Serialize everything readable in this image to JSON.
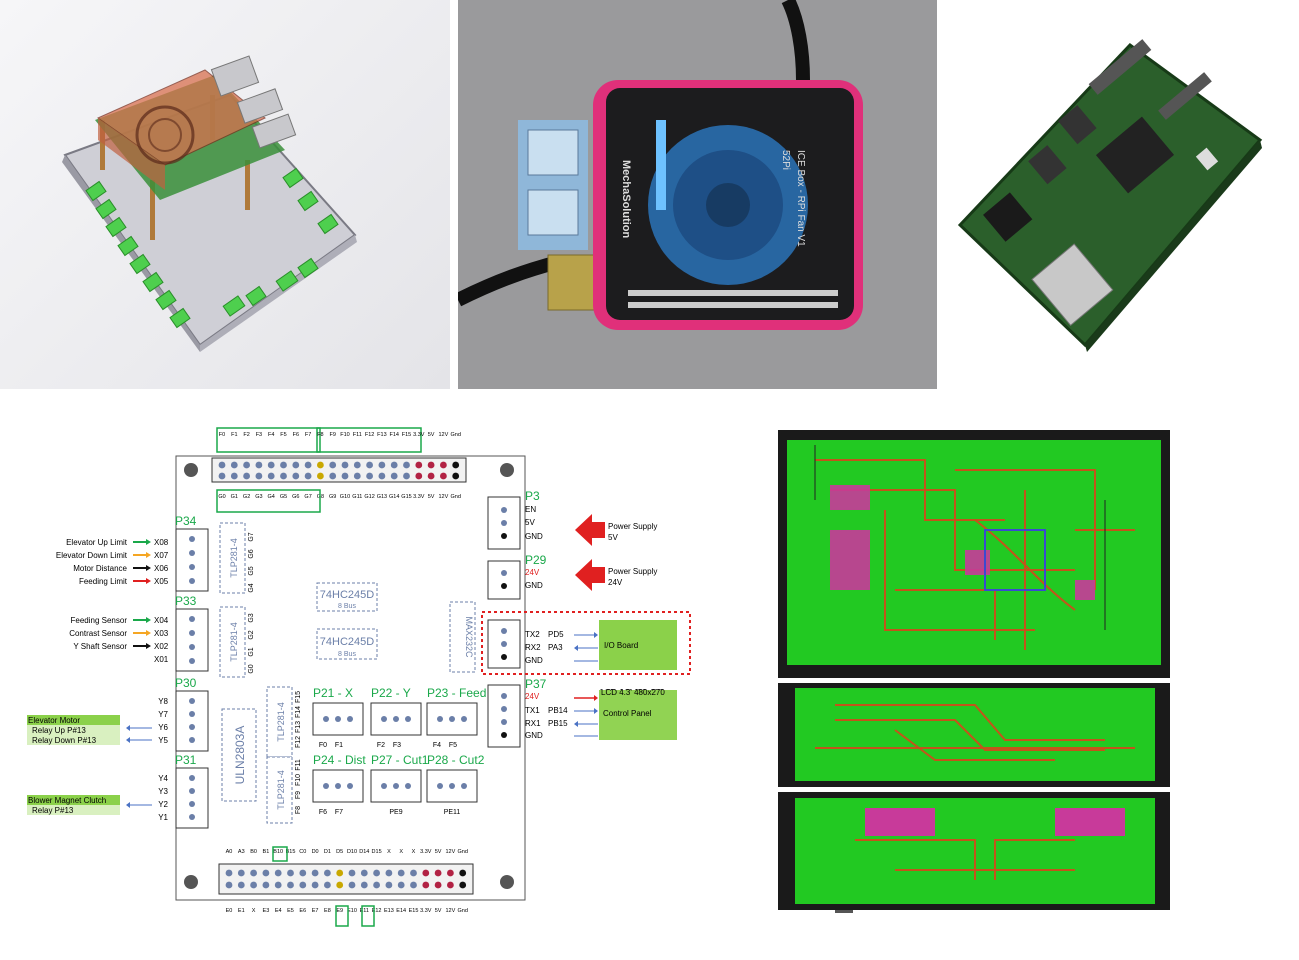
{
  "photos": {
    "rpi_case_label": "ICE Box - RPi Fan V1",
    "rpi_brand": "52Pi",
    "rpi_vendor": "MechaSolution"
  },
  "schematic": {
    "top_header_pins_top": [
      "F0",
      "F1",
      "F2",
      "F3",
      "F4",
      "F5",
      "F6",
      "F7",
      "F8",
      "F9",
      "F10",
      "F11",
      "F12",
      "F13",
      "F14",
      "F15"
    ],
    "top_header_power": [
      "3.3V",
      "5V",
      "12V",
      "Gnd"
    ],
    "top_header_pins_bottom": [
      "G0",
      "G1",
      "G2",
      "G3",
      "G4",
      "G5",
      "G6",
      "G7",
      "G8",
      "G9",
      "G10",
      "G11",
      "G12",
      "G13",
      "G14",
      "G15"
    ],
    "bottom_header_pins_top": [
      "A0",
      "A3",
      "B0",
      "B1",
      "B10",
      "B15",
      "C0",
      "D0",
      "D1",
      "D5",
      "D10",
      "D14",
      "D15",
      "X",
      "X",
      "X"
    ],
    "bottom_header_pins_bottom": [
      "E0",
      "E1",
      "X",
      "E3",
      "E4",
      "E5",
      "E6",
      "E7",
      "E8",
      "E9",
      "E10",
      "E11",
      "E12",
      "E13",
      "E14",
      "E15"
    ],
    "connectors": {
      "p3": {
        "name": "P3",
        "pins": [
          "EN",
          "5V",
          "GND"
        ]
      },
      "p29": {
        "name": "P29",
        "pins": [
          "24V",
          "GND"
        ]
      },
      "p34": {
        "name": "P34"
      },
      "p33": {
        "name": "P33"
      },
      "p30": {
        "name": "P30"
      },
      "p31": {
        "name": "P31"
      },
      "p37": {
        "name": "P37",
        "pins": [
          "24V",
          "TX1",
          "RX1",
          "GND"
        ]
      },
      "p21": {
        "name": "P21 - X",
        "pins": [
          "F0",
          "F1"
        ]
      },
      "p22": {
        "name": "P22 - Y",
        "pins": [
          "F2",
          "F3"
        ]
      },
      "p23": {
        "name": "P23 - Feed",
        "pins": [
          "F4",
          "F5"
        ]
      },
      "p24": {
        "name": "P24 - Dist",
        "pins": [
          "F6",
          "F7"
        ]
      },
      "p27": {
        "name": "P27 - Cut1",
        "pins": [
          "PE9"
        ]
      },
      "p28": {
        "name": "P28 - Cut2",
        "pins": [
          "PE11"
        ]
      },
      "io": {
        "pins": [
          "TX2",
          "RX2",
          "GND"
        ],
        "ports": [
          "PD5",
          "PA3"
        ]
      }
    },
    "ics": {
      "tlp1": "TLP281-4",
      "tlp2": "TLP281-4",
      "tlp3": "TLP281-4",
      "tlp4": "TLP281-4",
      "buf1": "74HC245D",
      "buf1_sub": "8 Bus",
      "buf2": "74HC245D",
      "buf2_sub": "8 Bus",
      "max": "MAX232C",
      "uln": "ULN2803A"
    },
    "p34_signals": [
      {
        "label": "Elevator Up Limit",
        "pin": "X08",
        "color": "#1aa84a"
      },
      {
        "label": "Elevator Down Limit",
        "pin": "X07",
        "color": "#f5a623"
      },
      {
        "label": "Motor Distance",
        "pin": "X06",
        "color": "#111111"
      },
      {
        "label": "Feeding Limit",
        "pin": "X05",
        "color": "#e02020"
      }
    ],
    "p33_signals": [
      {
        "label": "Feeding Sensor",
        "pin": "X04",
        "color": "#1aa84a"
      },
      {
        "label": "Contrast Sensor",
        "pin": "X03",
        "color": "#f5a623"
      },
      {
        "label": "Y Shaft Sensor",
        "pin": "X02",
        "color": "#111111"
      },
      {
        "label": "",
        "pin": "X01",
        "color": ""
      }
    ],
    "p34_ic_pins": [
      "G7",
      "G6",
      "G5",
      "G4"
    ],
    "p33_ic_pins": [
      "G3",
      "G2",
      "G1",
      "G0"
    ],
    "p30_pins": [
      "Y8",
      "Y7",
      "Y6",
      "Y5"
    ],
    "p31_pins": [
      "Y4",
      "Y3",
      "Y2",
      "Y1"
    ],
    "tlp3_pins": [
      "F15",
      "F14",
      "F13",
      "F12"
    ],
    "tlp4_pins": [
      "F11",
      "F10",
      "F9",
      "F8"
    ],
    "elevator_motor": {
      "title": "Elevator Motor",
      "lines": [
        "Relay Up P#13",
        "Relay Down P#13"
      ]
    },
    "blower": {
      "title": "Blower Magnet Clutch",
      "lines": [
        "Relay P#13"
      ]
    },
    "power5": [
      "Power Supply",
      "5V"
    ],
    "power24": [
      "Power Supply",
      "24V"
    ],
    "io_board": "I/O Board",
    "lcd": {
      "title": "LCD 4.3' 480x270",
      "ports": [
        "PB14",
        "PB15"
      ],
      "name": "Control Panel"
    }
  }
}
